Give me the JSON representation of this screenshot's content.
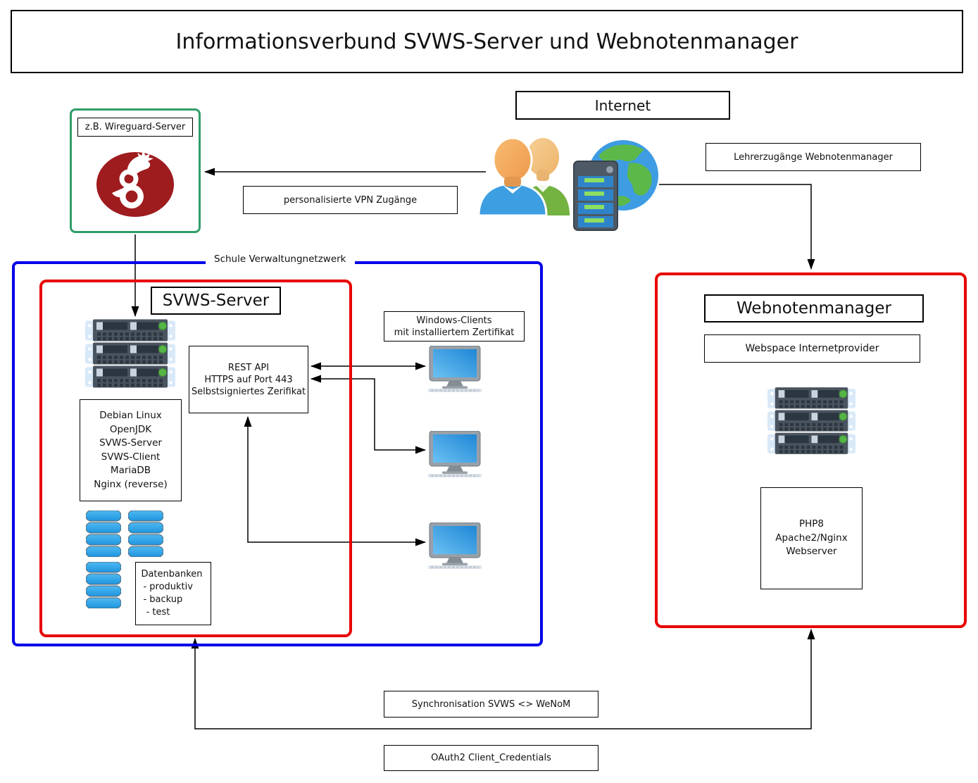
{
  "title": "Informationsverbund SVWS-Server und Webnotenmanager",
  "internet_label": "Internet",
  "wireguard": {
    "label": "z.B. Wireguard-Server"
  },
  "connections": {
    "vpn": "personalisierte VPN Zugänge",
    "lehrerzugaenge": "Lehrerzugänge Webnotenmanager",
    "netzwerk": "Schule Verwaltungnetzwerk",
    "synchronisation": "Synchronisation SVWS <> WeNoM",
    "oauth": "OAuth2 Client_Credentials"
  },
  "svws": {
    "title": "SVWS-Server",
    "rest_api": [
      "REST API",
      "HTTPS auf Port 443",
      "Selbstsigniertes Zerifikat"
    ],
    "software": [
      "Debian Linux",
      "OpenJDK",
      "SVWS-Server",
      "SVWS-Client",
      "MariaDB",
      "Nginx (reverse)"
    ],
    "datenbanken_title": "Datenbanken",
    "datenbanken_items": [
      "- produktiv",
      "- backup",
      " - test"
    ]
  },
  "clients": {
    "label": [
      "Windows-Clients",
      "mit installiertem Zertifikat"
    ]
  },
  "wenom": {
    "title": "Webnotenmanager",
    "provider": "Webspace Internetprovider",
    "software": [
      "PHP8",
      "Apache2/Nginx",
      "Webserver"
    ]
  },
  "colors": {
    "network_border": "#0202e8",
    "zone_border": "#e80000",
    "vpn_border": "#2f9e69",
    "wireguard_red": "#9e1b1e",
    "arrow": "#000000",
    "client_screen": "#2f9ae0",
    "database_blue": "#2ba2e8",
    "led_green": "#55b545"
  }
}
